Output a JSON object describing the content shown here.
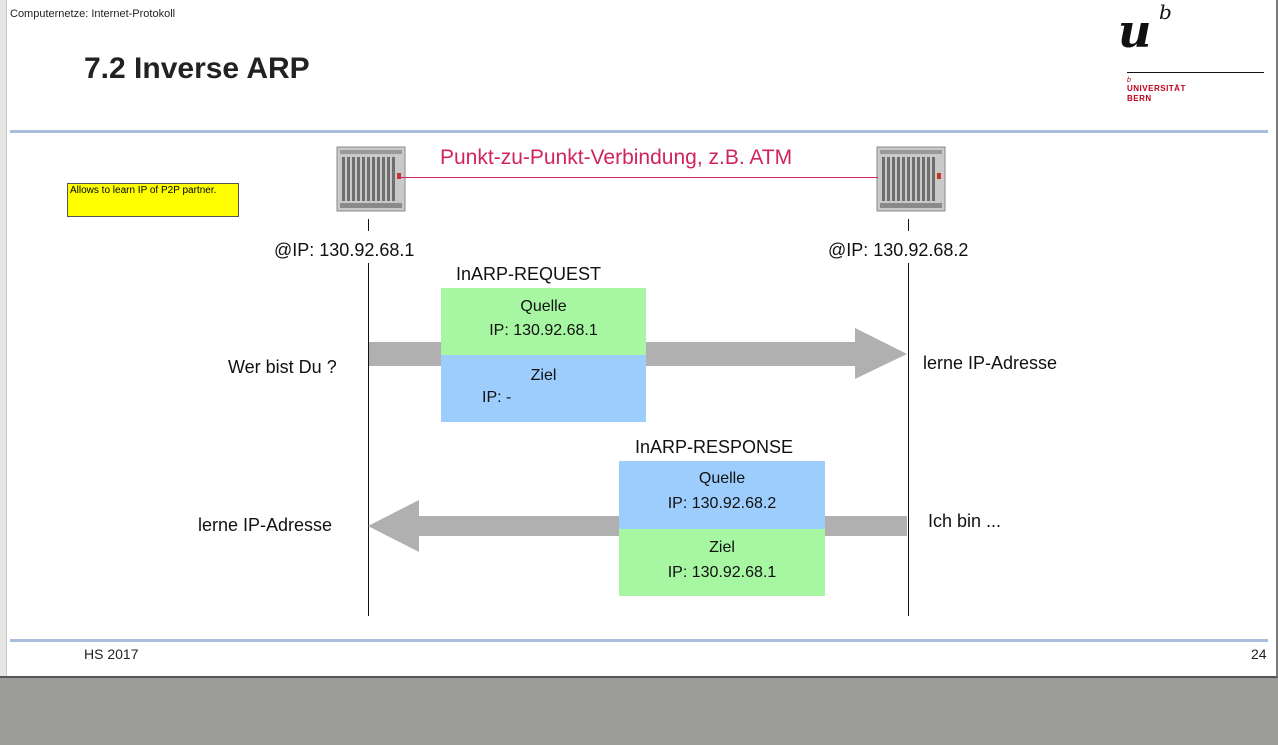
{
  "header": {
    "course": "Computernetze: Internet-Protokoll",
    "title": "7.2 Inverse ARP"
  },
  "logo": {
    "u": "u",
    "b": "b",
    "b_small": "b",
    "universitaet": "UNIVERSITÄT",
    "bern": "BERN"
  },
  "note": "Allows to learn IP of P2P partner.",
  "diagram": {
    "connection_label": "Punkt-zu-Punkt-Verbindung, z.B. ATM",
    "left_ip": "@IP: 130.92.68.1",
    "right_ip": "@IP: 130.92.68.2",
    "request": {
      "title": "InARP-REQUEST",
      "source_label": "Quelle",
      "source_ip": "IP: 130.92.68.1",
      "target_label": "Ziel",
      "target_ip": "IP: -",
      "left_text": "Wer bist Du ?",
      "right_text": "lerne IP-Adresse"
    },
    "response": {
      "title": "InARP-RESPONSE",
      "source_label": "Quelle",
      "source_ip": "IP: 130.92.68.2",
      "target_label": "Ziel",
      "target_ip": "IP: 130.92.68.1",
      "left_text": "lerne IP-Adresse",
      "right_text": "Ich bin ..."
    }
  },
  "footer": {
    "semester": "HS 2017",
    "page": "24"
  },
  "colors": {
    "accent_line": "#a7bfdb",
    "connection": "#d0245a",
    "packet_green": "#a6f6a2",
    "packet_blue": "#9ccdfd",
    "arrow": "#b0b0b0",
    "note_bg": "#ffff00"
  },
  "icons": {
    "left_device": "router-icon",
    "right_device": "router-icon"
  }
}
